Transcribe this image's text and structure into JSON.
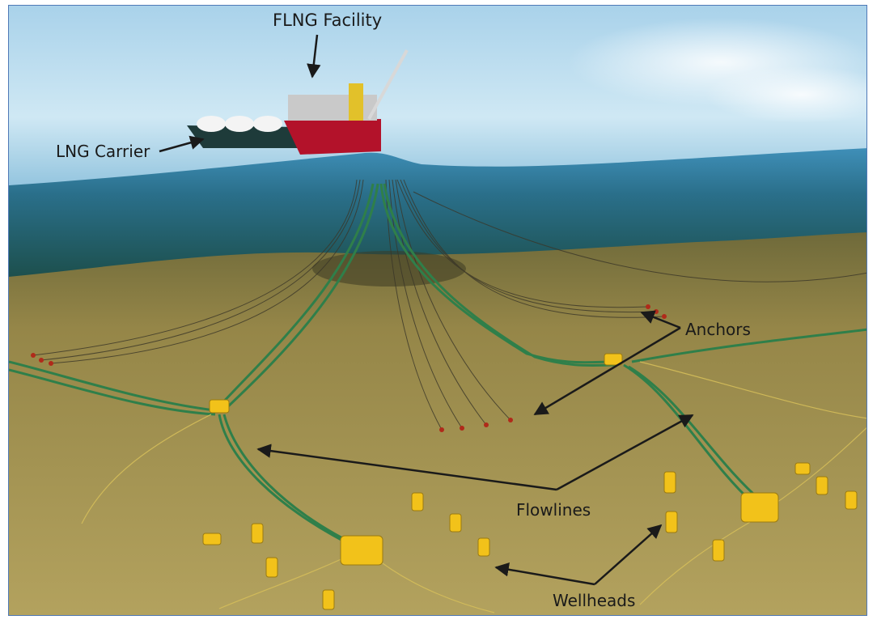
{
  "labels": {
    "flng_facility": "FLNG Facility",
    "lng_carrier": "LNG Carrier",
    "anchors": "Anchors",
    "flowlines": "Flowlines",
    "wellheads": "Wellheads"
  },
  "colors": {
    "frame_border": "#4f79b7",
    "sky": "#bfdff0",
    "sea_surface": "#3f8fb8",
    "deep_water": "#1f5f6a",
    "seabed": "#9a8c4e",
    "flowline": "#2f7f4a",
    "equipment": "#f2c21a",
    "anchor": "#b02a1a",
    "ship_hull": "#b3122a",
    "arrow": "#1a1a1a"
  }
}
